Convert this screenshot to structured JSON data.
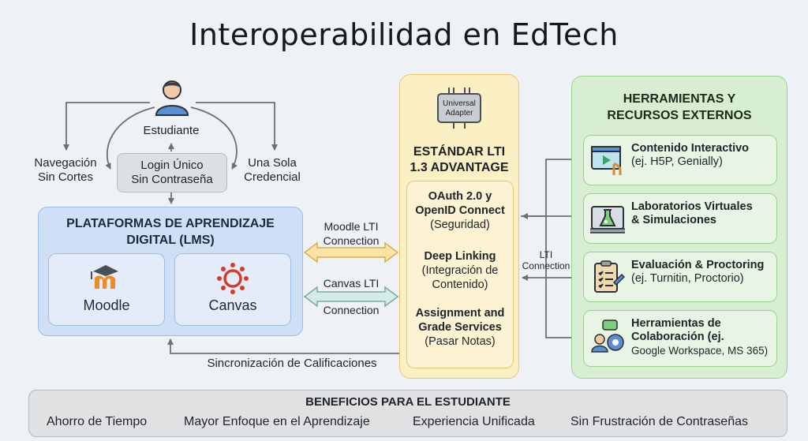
{
  "title": "Interoperabilidad en EdTech",
  "student": {
    "label": "Estudiante",
    "left_label": [
      "Navegación",
      "Sin Cortes"
    ],
    "right_label": [
      "Una Sola",
      "Credencial"
    ],
    "login": [
      "Login Único",
      "Sin Contraseña"
    ]
  },
  "lms": {
    "title": [
      "PLATAFORMAS DE APRENDIZAJE",
      "DIGITAL (LMS)"
    ],
    "platforms": [
      "Moodle",
      "Canvas"
    ]
  },
  "connections": {
    "moodle": [
      "Moodle LTI",
      "Connection"
    ],
    "canvas": [
      "Canvas LTI",
      "Connection"
    ],
    "lti": [
      "LTI",
      "Connection"
    ],
    "grades_sync": "Sincronización de Calificaciones"
  },
  "lti_standard": {
    "adapter": [
      "Universal",
      "Adapter"
    ],
    "title": [
      "ESTÁNDAR LTI",
      "1.3 ADVANTAGE"
    ],
    "sections": [
      {
        "lines": [
          "OAuth 2.0 y",
          "OpenID Connect"
        ],
        "sub": [
          "(Seguridad)"
        ]
      },
      {
        "lines": [
          "Deep Linking"
        ],
        "sub": [
          "(Integración de",
          "Contenido)"
        ]
      },
      {
        "lines": [
          "Assignment and",
          "Grade Services"
        ],
        "sub": [
          "(Pasar Notas)"
        ]
      }
    ]
  },
  "tools": {
    "title": [
      "HERRAMIENTAS Y",
      "RECURSOS EXTERNOS"
    ],
    "items": [
      {
        "icon": "interactive-content-icon",
        "lines": [
          "Contenido Interactivo",
          "(ej. H5P, Genially)"
        ]
      },
      {
        "icon": "virtual-lab-icon",
        "lines": [
          "Laboratorios Virtuales",
          "& Simulaciones"
        ]
      },
      {
        "icon": "proctoring-clipboard-icon",
        "lines": [
          "Evaluación & Proctoring",
          "(ej. Turnitin, Proctorio)"
        ]
      },
      {
        "icon": "collaboration-icon",
        "lines": [
          "Herramientas de",
          "Colaboración (ej.",
          "Google Workspace, MS 365)"
        ]
      }
    ]
  },
  "benefits": {
    "title": "BENEFICIOS PARA EL ESTUDIANTE",
    "items": [
      "Ahorro de Tiempo",
      "Mayor Enfoque en el Aprendizaje",
      "Experiencia Unificada",
      "Sin Frustración de Contraseñas"
    ]
  },
  "colors": {
    "lms": "#cfe0f6",
    "lti": "#fbefc4",
    "tools": "#d8eed3",
    "moodle": "#f08a24",
    "canvas": "#d83a2a"
  }
}
